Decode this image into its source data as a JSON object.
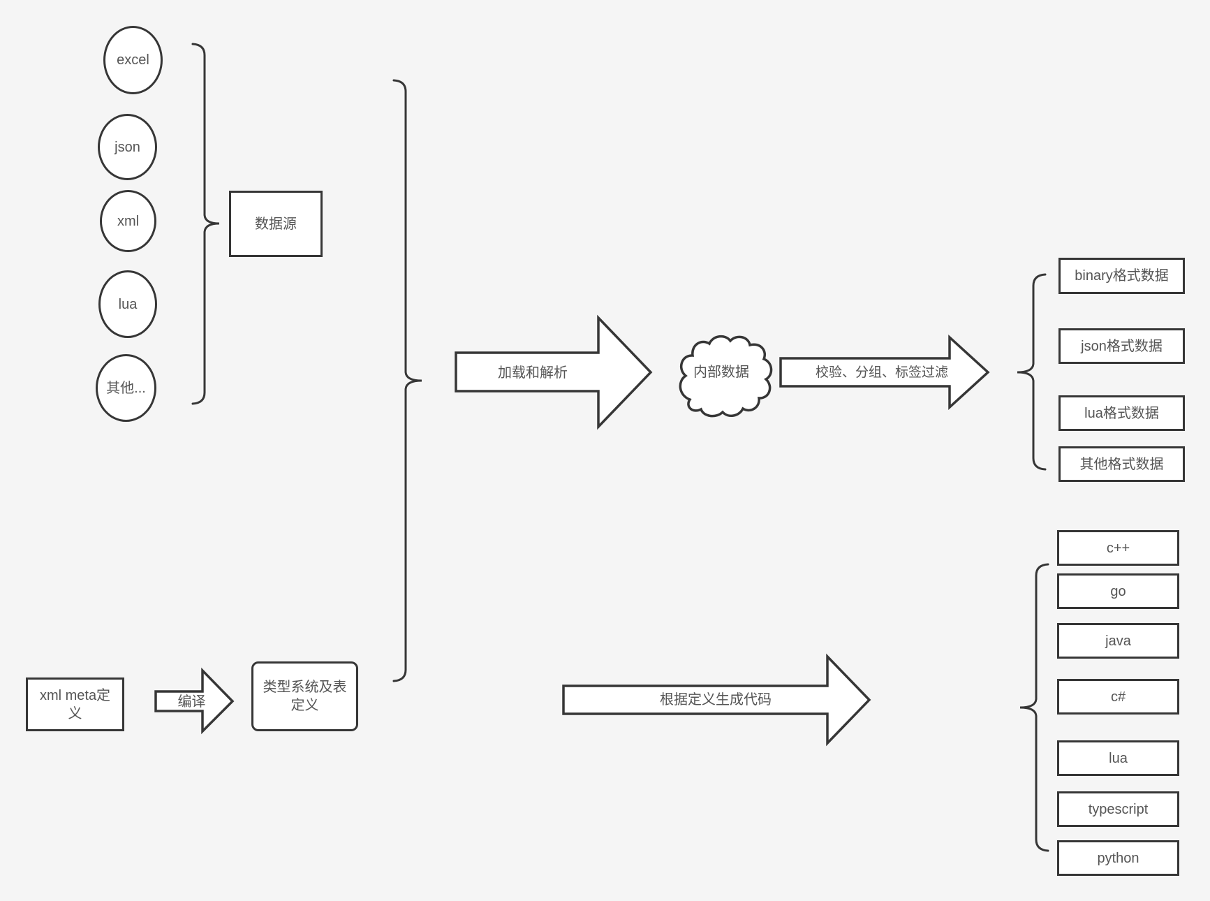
{
  "diagram": {
    "sources": {
      "items": [
        "excel",
        "json",
        "xml",
        "lua",
        "其他..."
      ],
      "group_label": "数据源"
    },
    "definitions": {
      "xml_meta_label": "xml meta定义",
      "compile_label": "编译",
      "type_system_label": "类型系统及表定义"
    },
    "pipeline": {
      "load_label": "加载和解析",
      "internal_data_label": "内部数据",
      "filter_label": "校验、分组、标签过滤",
      "generate_label": "根据定义生成代码"
    },
    "data_outputs": [
      "binary格式数据",
      "json格式数据",
      "lua格式数据",
      "其他格式数据"
    ],
    "code_outputs": [
      "c++",
      "go",
      "java",
      "c#",
      "lua",
      "typescript",
      "python"
    ]
  }
}
